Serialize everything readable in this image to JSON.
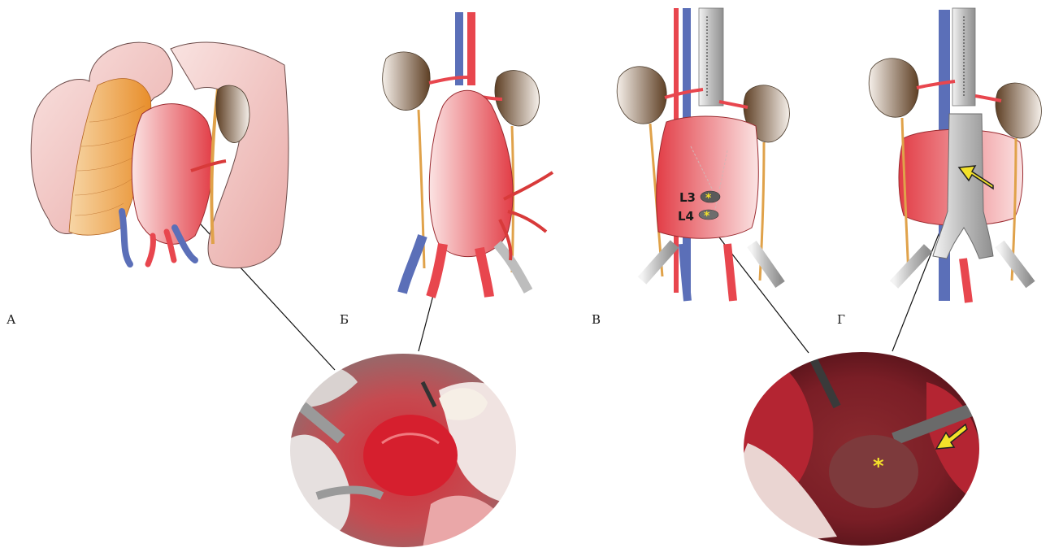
{
  "panels": [
    {
      "id": "A",
      "label": "А"
    },
    {
      "id": "B",
      "label": "Б"
    },
    {
      "id": "V",
      "label": "В"
    },
    {
      "id": "G",
      "label": "Г"
    }
  ],
  "vertebra_labels": {
    "upper": "L3",
    "lower": "L4"
  },
  "marker_symbol": "*",
  "colors": {
    "aneurysm_red": "#e8464e",
    "vein_blue": "#5b6fb8",
    "kidney_brown": "#6b4a2e",
    "ureter_orange": "#e0a24a",
    "mesentery_orange": "#eea14a",
    "bowel_pink": "#f1c6c3",
    "graft_gray": "#c9c9c9",
    "surgical_red": "#a61c26",
    "marker_yellow": "#f3e12a",
    "leader_line": "#111111"
  }
}
